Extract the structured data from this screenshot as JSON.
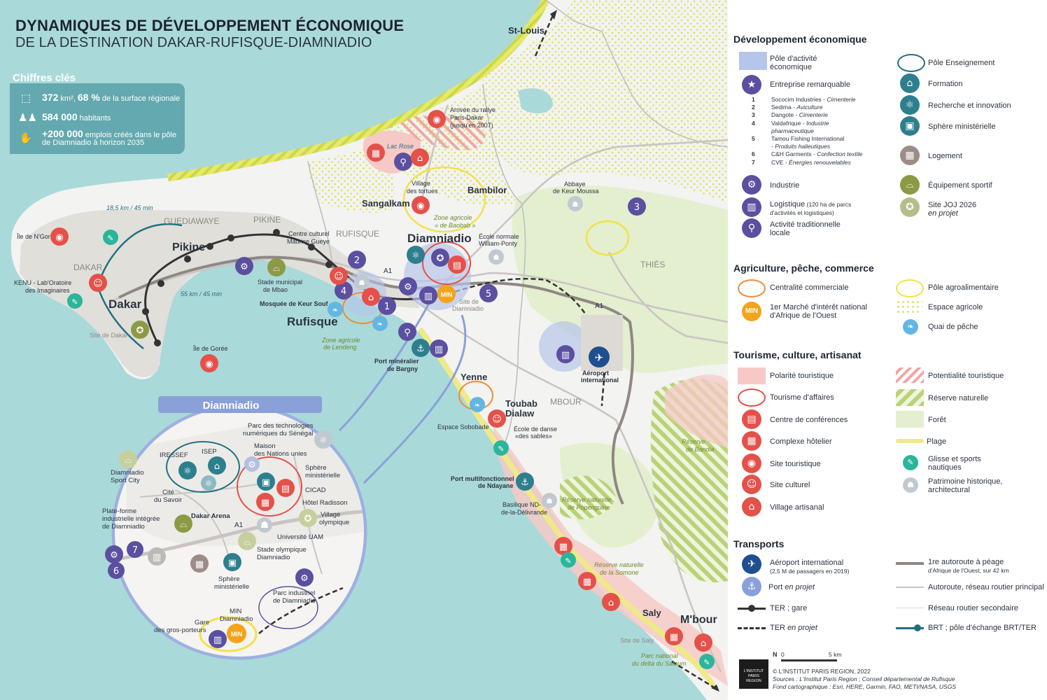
{
  "title": {
    "line1": "DYNAMIQUES DE DÉVELOPPEMENT ÉCONOMIQUE",
    "line2": "DE LA DESTINATION DAKAR-RUFISQUE-DIAMNIADIO"
  },
  "key_figures": {
    "heading": "Chiffres clés",
    "rows": [
      {
        "icon": "area-icon",
        "bold": "372",
        "unit": "km², ",
        "bold2": "68 %",
        "text": " de la surface régionale"
      },
      {
        "icon": "people-icon",
        "bold": "584 000",
        "unit": "",
        "bold2": "",
        "text": " habitants"
      },
      {
        "icon": "handshake-icon",
        "bold": "+200 000",
        "unit": "",
        "bold2": "",
        "text": " emplois créés dans le pôle",
        "text2": "de Diamniadio à horizon 2035"
      }
    ]
  },
  "map": {
    "places": {
      "dakar": "Dakar",
      "pikine": "Pikine",
      "rufisque": "Rufisque",
      "diamniadio": "Diamniadio",
      "sangalkam": "Sangalkam",
      "bambilor": "Bambilor",
      "yenne": "Yenne",
      "toubab_dialaw": "Toubab",
      "toubab_dialaw2": "Dialaw",
      "saly": "Saly",
      "mbour": "M'bour",
      "st_louis": "St-Louis"
    },
    "departments": {
      "dakar": "DAKAR",
      "guediawaye": "GUEDIAWAYE",
      "pikine": "PIKINE",
      "rufisque": "RUFISQUE",
      "thies": "THIÈS",
      "mbour": "MBOUR"
    },
    "labels": {
      "brt_time": "18,5 km / 45 min",
      "ter_time": "55 km / 45 min",
      "ile_ngor": "Île de N'Gor",
      "kenu": "KENU - Lab'Oratoire",
      "kenu2": "des Imaginaires",
      "site_dakar": "Site de Dakar",
      "ile_goree": "Île de Gorée",
      "stade_mbao": "Stade municipal",
      "stade_mbao2": "de Mbao",
      "centre_culturel": "Centre culturel",
      "centre_culturel2": "Maurice Gueye",
      "mosquee": "Mosquée de Keur Souf",
      "zone_lendeng": "Zone agricole",
      "zone_lendeng2": "de Lendeng",
      "port_bargny": "Port minéralier",
      "port_bargny2": "de Bargny",
      "lac_rose": "Lac Rose",
      "rallye": "Arrivée du rallye",
      "rallye2": "Paris-Dakar",
      "rallye3": "(jusqu'en 2007)",
      "village_tortues": "Village",
      "village_tortues2": "des tortues",
      "zone_baobab": "Zone agricole",
      "zone_baobab2": "« de Baobab »",
      "ecole_normale": "École normale",
      "ecole_normale2": "William-Ponty",
      "abbaye": "Abbaye",
      "abbaye2": "de Keur Moussa",
      "site_diamniadio": "Site de",
      "site_diamniadio2": "Diamniadio",
      "aeroport": "Aéroport",
      "aeroport2": "international",
      "espace_sobobade": "Espace Sobobade",
      "ecole_danse": "École de danse",
      "ecole_danse2": "«des sables»",
      "port_ndayane": "Port multifonctionnel",
      "port_ndayane2": "de Ndayane",
      "basilique": "Basilique ND-",
      "basilique2": "de-la-Délivrande",
      "reserve_popenguine": "Réserve naturelle",
      "reserve_popenguine2": "de Popenguine",
      "reserve_somone": "Réserve naturelle",
      "reserve_somone2": "de la Somone",
      "reserve_bandia": "Réserve",
      "reserve_bandia2": "de Bandia",
      "site_saly": "Site de Saly",
      "parc_saloum": "Parc national",
      "parc_saloum2": "du delta du Saloum",
      "a1": "A1",
      "min": "MIN"
    },
    "inset": {
      "title": "Diamniadio",
      "labels": {
        "parc_tech": "Parc des technologies",
        "parc_tech2": "numériques du Sénégal",
        "iressef": "IRESSEF",
        "isep": "ISEP",
        "maison_nu": "Maison",
        "maison_nu2": "des Nations unies",
        "sphere": "Sphère",
        "sphere2": "ministérielle",
        "cicad": "CICAD",
        "hotel": "Hôtel Radisson",
        "sport_city": "Diamniadio",
        "sport_city2": "Sport City",
        "cite_savoir": "Cité",
        "cite_savoir2": "du Savoir",
        "village_olymp": "Village",
        "village_olymp2": "olympique",
        "plateforme": "Plate-forme",
        "plateforme2": "industrielle intégrée",
        "plateforme3": "de Diamniadio",
        "dakar_arena": "Dakar Arena",
        "universite": "Université UAM",
        "stade_olymp": "Stade olympique",
        "stade_olymp2": "Diamniadio",
        "sphere_b": "Sphère",
        "sphere_b2": "ministérielle",
        "parc_indus": "Parc industriel",
        "parc_indus2": "de Diamniadio",
        "min": "MIN",
        "min2": "Diamniadio",
        "gare": "Gare",
        "gare2": "des gros-porteurs",
        "a1": "A1"
      }
    }
  },
  "legend": {
    "sections": {
      "eco": "Développement économique",
      "agri": "Agriculture, pêche, commerce",
      "tour": "Tourisme, culture, artisanat",
      "trans": "Transports"
    },
    "eco_left": {
      "pole_activite": "Pôle d'activité",
      "pole_activite2": "économique",
      "entreprise": "Entreprise remarquable",
      "companies": [
        {
          "n": "1",
          "name": "Sococim Industries - ",
          "sector": "Cimenterie"
        },
        {
          "n": "2",
          "name": "Sedima - ",
          "sector": "Aviculture"
        },
        {
          "n": "3",
          "name": "Dangote - ",
          "sector": "Cimenterie"
        },
        {
          "n": "4",
          "name": "Valdafrique - ",
          "sector": "Industrie"
        },
        {
          "n": "",
          "name": "",
          "sector": "pharmaceutique"
        },
        {
          "n": "5",
          "name": "Tamou Fishing International",
          "sector": ""
        },
        {
          "n": "",
          "name": "- ",
          "sector": "Produits halieutiques"
        },
        {
          "n": "6",
          "name": "C&H Garments - ",
          "sector": "Confection textile"
        },
        {
          "n": "7",
          "name": "CVE - ",
          "sector": "Énergies renouvelables"
        }
      ],
      "industrie": "Industrie",
      "logistique": "Logistique",
      "logistique_sub": " (120 ha de parcs",
      "logistique_sub2": "d'activités et logistiques)",
      "activite_trad": "Activité traditionnelle",
      "activite_trad2": "locale"
    },
    "eco_right": {
      "pole_ens": "Pôle Enseignement",
      "formation": "Formation",
      "recherche": "Recherche et innovation",
      "sphere": "Sphère ministérielle",
      "logement": "Logement",
      "equip_sport": "Équipement sportif",
      "site_joj": "Site JOJ 2026",
      "site_joj2": "en projet"
    },
    "agri_left": {
      "centralite": "Centralité commerciale",
      "marche": "1er Marché d'intérêt national",
      "marche2": "d'Afrique de l'Ouest",
      "min": "MIN"
    },
    "agri_right": {
      "pole_agro": "Pôle agroalimentaire",
      "espace_agri": "Espace agricole",
      "quai": "Quai de pêche"
    },
    "tour_left": {
      "polarite": "Polarité touristique",
      "affaires": "Tourisme d'affaires",
      "conferences": "Centre de conférences",
      "hotelier": "Complexe hôtelier",
      "site_tour": "Site touristique",
      "site_cult": "Site culturel",
      "village_art": "Village artisanal"
    },
    "tour_right": {
      "potentialite": "Potentialité touristique",
      "reserve": "Réserve naturelle",
      "foret": "Forêt",
      "plage": "Plage",
      "glisse": "Glisse et sports",
      "glisse2": "nautiques",
      "patrimoine": "Patrimoine historique,",
      "patrimoine2": "architectural"
    },
    "trans_left": {
      "aeroport": "Aéroport international",
      "aeroport_sub": "(2,5 M de passagers en 2019)",
      "port": "Port ",
      "port_it": "en projet",
      "ter": "TER ; gare",
      "ter_projet": "TER ",
      "ter_projet_it": "en projet"
    },
    "trans_right": {
      "autoroute_peage": "1re autoroute à péage",
      "autoroute_peage_sub": "d'Afrique de l'Ouest, sur 42 km",
      "autoroute": "Autoroute, réseau routier principal",
      "secondaire": "Réseau routier secondaire",
      "brt": "BRT ; pôle d'échange BRT/TER"
    },
    "scale": {
      "zero": "0",
      "five": "5 km",
      "north": "N"
    },
    "credits": {
      "copyright": "© L'INSTITUT PARIS REGION, 2022",
      "sources": "Sources : L'Institut Paris Region ; Conseil départemental de Rufisque",
      "fond": "Fond cartographique : Esri, HERE, Garmin, FAO, METI/NASA, USGS",
      "logo1": "L'INSTITUT",
      "logo2": "PARIS",
      "logo3": "REGION"
    }
  },
  "colors": {
    "sea": "#aad9d9",
    "land": "#f3f3f1",
    "urban": "#e2e1dd",
    "purple": "#5b4fa0",
    "teal": "#2d7f8e",
    "red": "#e4514a",
    "olive": "#8c9a45",
    "tourism_pink": "#f6c9c6",
    "forest": "#e3efcf",
    "plage": "#efe98a",
    "road": "#8f8784",
    "brt": "#236f80",
    "min_orange": "#f4a31a"
  }
}
